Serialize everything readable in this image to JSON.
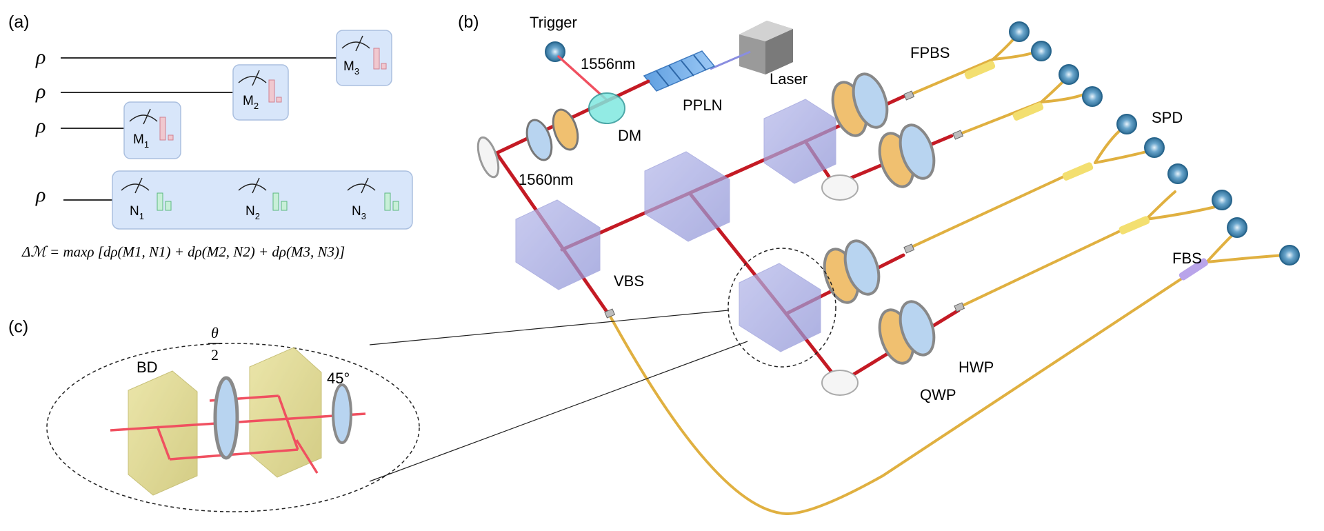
{
  "panel_labels": {
    "a": "(a)",
    "b": "(b)",
    "c": "(c)"
  },
  "panel_a": {
    "rho": "ρ",
    "M": [
      "M",
      "M",
      "M"
    ],
    "N": [
      "N",
      "N",
      "N"
    ],
    "sub": [
      "1",
      "2",
      "3"
    ],
    "formula": "Δℳ = maxρ [dρ(M1, N1) + dρ(M2, N2) + dρ(M3, N3)]"
  },
  "panel_b": {
    "trigger": "Trigger",
    "wl_1556": "1556nm",
    "laser": "Laser",
    "pplin": "PPLN",
    "dm": "DM",
    "wl_1560": "1560nm",
    "fpbs": "FPBS",
    "spd": "SPD",
    "vbs": "VBS",
    "fbs": "FBS",
    "hwp": "HWP",
    "qwp": "QWP"
  },
  "panel_c": {
    "bd": "BD",
    "theta": "θ",
    "two": "2",
    "deg45": "45°"
  },
  "colors": {
    "beam": "#c41a24",
    "beam_light": "#f05060",
    "fiber": "#e0b040",
    "cube": "#9da2df",
    "qwp": "#f0c070",
    "hwp": "#b8d4f0",
    "bd": "#d8d07a",
    "box": "#d8e6fa"
  }
}
